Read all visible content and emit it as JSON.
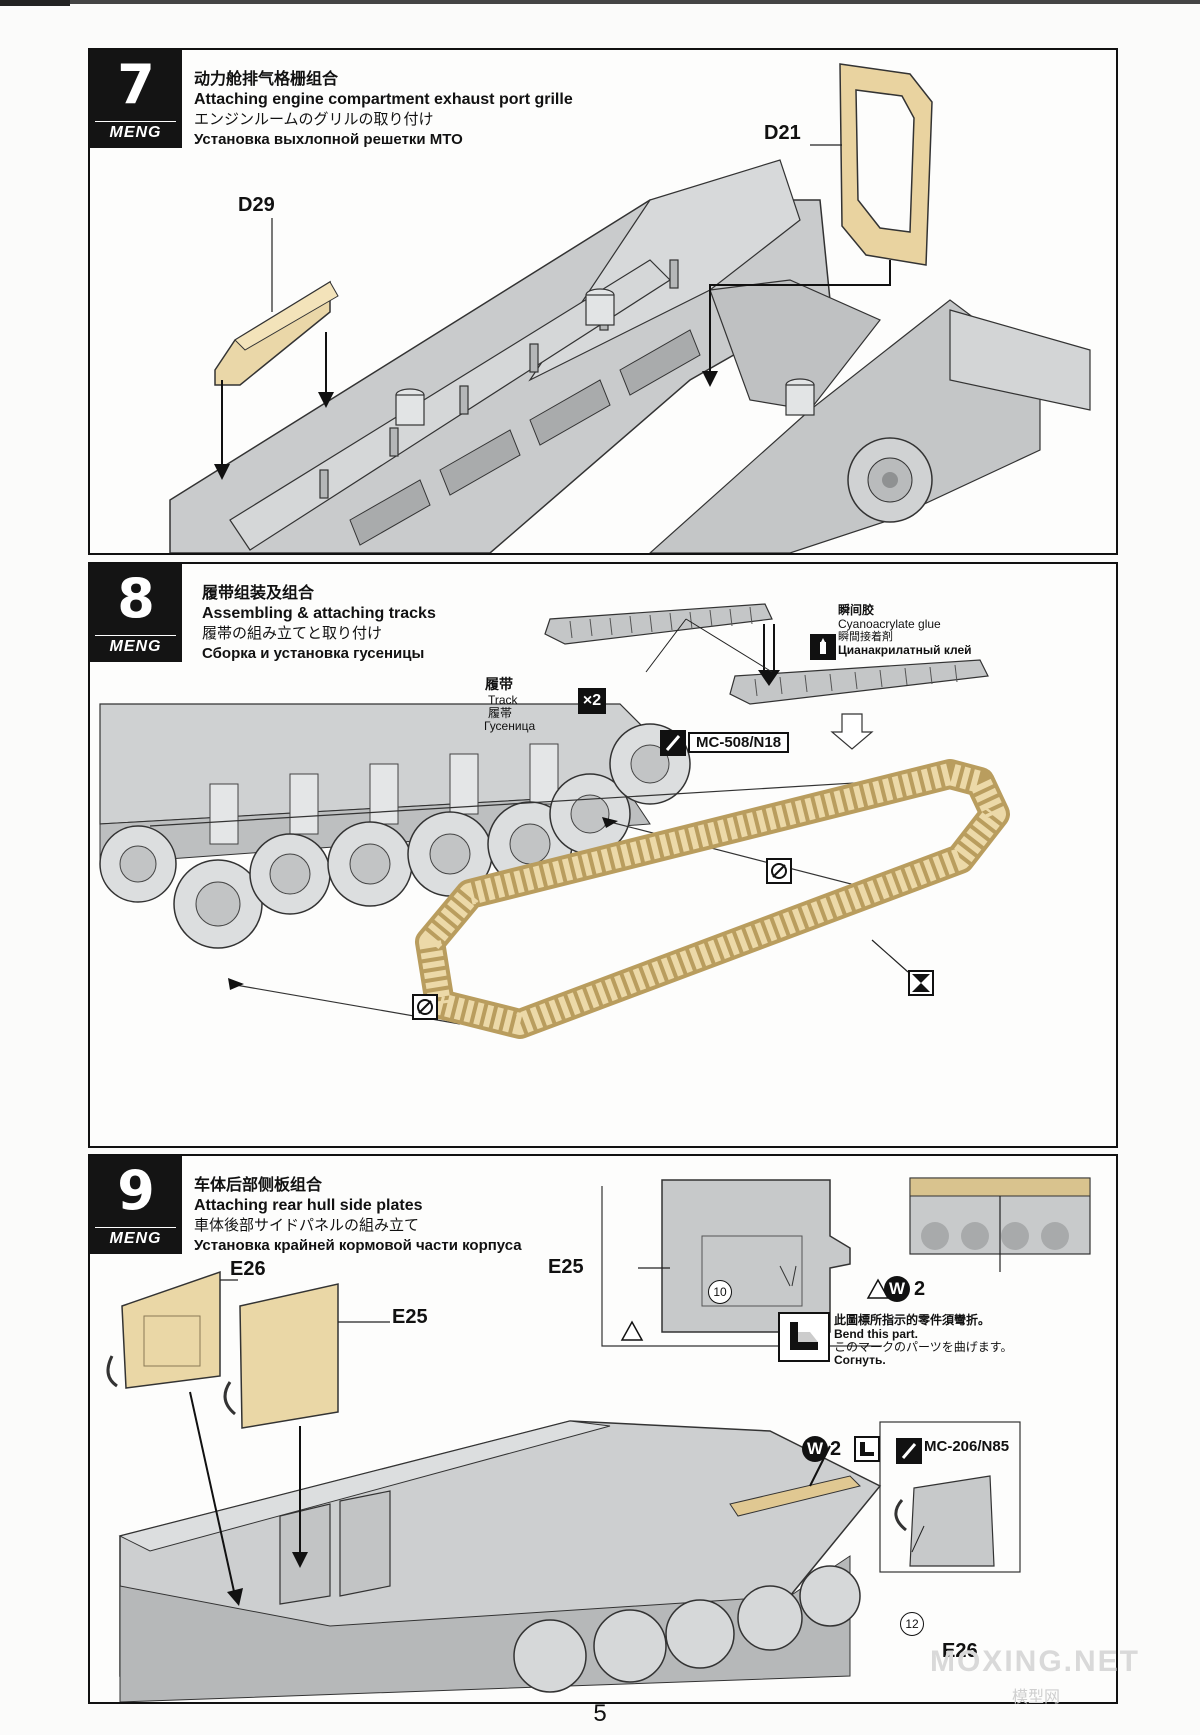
{
  "brand": "MENG",
  "page_number": "5",
  "watermark": "MOXING.NET",
  "watermark_sub": "模型网",
  "step7": {
    "number": "7",
    "title_cn": "动力舱排气格栅组合",
    "title_en": "Attaching engine compartment exhaust port grille",
    "title_jp": "エンジンルームのグリルの取り付け",
    "title_ru": "Установка выхлопной решетки МТО",
    "parts": [
      "D29",
      "D21"
    ]
  },
  "step8": {
    "number": "8",
    "title_cn": "履带组装及组合",
    "title_en": "Assembling & attaching tracks",
    "title_jp": "履帯の組み立てと取り付け",
    "title_ru": "Сборка и установка гусеницы",
    "track_cn": "履带",
    "track_en": "Track",
    "track_jp": "履帯",
    "track_ru": "Гусеница",
    "track_qty": "×2",
    "glue_cn": "瞬间胶",
    "glue_en": "Cyanoacrylate glue",
    "glue_jp": "瞬間接着剤",
    "glue_ru": "Цианакрилатный клей",
    "paint_code": "MC-508/N18"
  },
  "step9": {
    "number": "9",
    "title_cn": "车体后部侧板组合",
    "title_en": "Attaching rear hull side plates",
    "title_jp": "車体後部サイドパネルの組み立て",
    "title_ru": "Установка крайней кормовой части корпуса",
    "parts": [
      "E26",
      "E25"
    ],
    "detail_part": "E25",
    "callout_10": "10",
    "callout_12": "12",
    "w2": "2",
    "w2b": "2",
    "bend_cn": "此圖標所指示的零件須彎折。",
    "bend_en": "Bend this part.",
    "bend_jp": "このマークのパーツを曲げます。",
    "bend_ru": "Согнуть.",
    "paint_code": "MC-206/N85",
    "detail_part_2": "E26"
  }
}
